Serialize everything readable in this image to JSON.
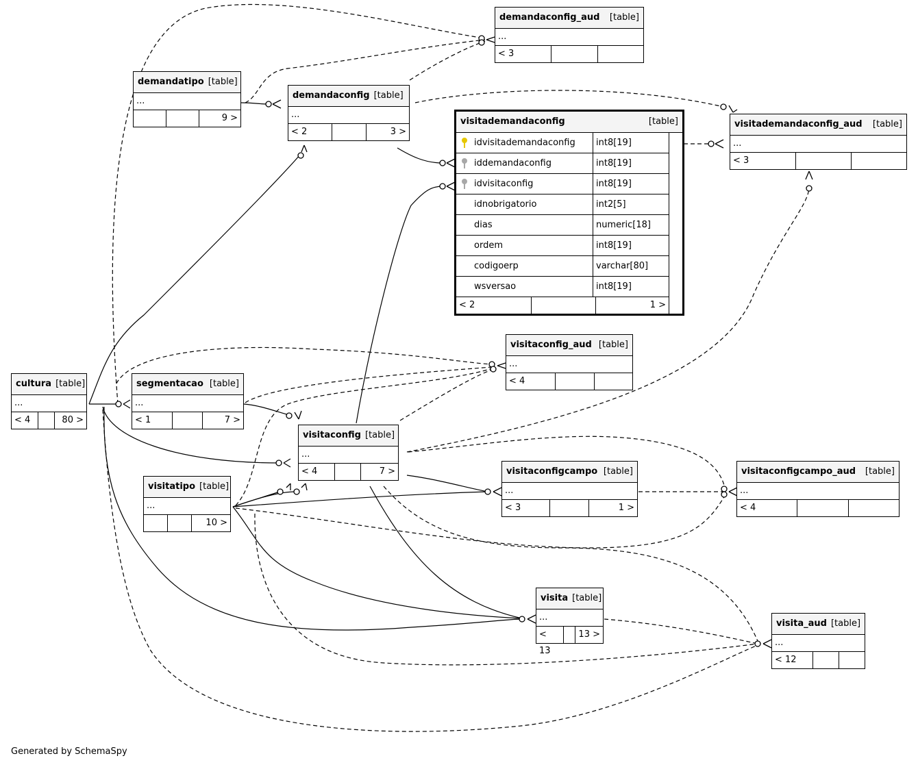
{
  "diagram": {
    "footer": "Generated by SchemaSpy",
    "tables": {
      "demandaconfig_aud": {
        "name": "demandaconfig_aud",
        "tag": "[table]",
        "body": "...",
        "foot": [
          "< 3",
          "",
          ""
        ]
      },
      "demandatipo": {
        "name": "demandatipo",
        "tag": "[table]",
        "body": "...",
        "foot": [
          "",
          "",
          "9 >"
        ]
      },
      "demandaconfig": {
        "name": "demandaconfig",
        "tag": "[table]",
        "body": "...",
        "foot": [
          "< 2",
          "",
          "3 >"
        ]
      },
      "visitademandaconfig_aud": {
        "name": "visitademandaconfig_aud",
        "tag": "[table]",
        "body": "...",
        "foot": [
          "< 3",
          "",
          ""
        ]
      },
      "visitaconfig_aud": {
        "name": "visitaconfig_aud",
        "tag": "[table]",
        "body": "...",
        "foot": [
          "< 4",
          "",
          ""
        ]
      },
      "cultura": {
        "name": "cultura",
        "tag": "[table]",
        "body": "...",
        "foot": [
          "< 4",
          "",
          "80 >"
        ]
      },
      "segmentacao": {
        "name": "segmentacao",
        "tag": "[table]",
        "body": "...",
        "foot": [
          "< 1",
          "",
          "7 >"
        ]
      },
      "visitaconfig": {
        "name": "visitaconfig",
        "tag": "[table]",
        "body": "...",
        "foot": [
          "< 4",
          "",
          "7 >"
        ]
      },
      "visitatipo": {
        "name": "visitatipo",
        "tag": "[table]",
        "body": "...",
        "foot": [
          "",
          "",
          "10 >"
        ]
      },
      "visitaconfigcampo": {
        "name": "visitaconfigcampo",
        "tag": "[table]",
        "body": "...",
        "foot": [
          "< 3",
          "",
          "1 >"
        ]
      },
      "visitaconfigcampo_aud": {
        "name": "visitaconfigcampo_aud",
        "tag": "[table]",
        "body": "...",
        "foot": [
          "< 4",
          "",
          ""
        ]
      },
      "visita": {
        "name": "visita",
        "tag": "[table]",
        "body": "...",
        "foot": [
          "< 13",
          "",
          "13 >"
        ]
      },
      "visita_aud": {
        "name": "visita_aud",
        "tag": "[table]",
        "body": "...",
        "foot": [
          "< 12",
          "",
          ""
        ]
      }
    },
    "focus_table": {
      "name": "visitademandaconfig",
      "tag": "[table]",
      "columns": [
        {
          "name": "idvisitademandaconfig",
          "type": "int8[19]",
          "key": "primary"
        },
        {
          "name": "iddemandaconfig",
          "type": "int8[19]",
          "key": "foreign"
        },
        {
          "name": "idvisitaconfig",
          "type": "int8[19]",
          "key": "foreign"
        },
        {
          "name": "idnobrigatorio",
          "type": "int2[5]",
          "key": ""
        },
        {
          "name": "dias",
          "type": "numeric[18]",
          "key": ""
        },
        {
          "name": "ordem",
          "type": "int8[19]",
          "key": ""
        },
        {
          "name": "codigoerp",
          "type": "varchar[80]",
          "key": ""
        },
        {
          "name": "wsversao",
          "type": "int8[19]",
          "key": ""
        }
      ],
      "foot": [
        "< 2",
        "",
        "1 >"
      ]
    }
  }
}
